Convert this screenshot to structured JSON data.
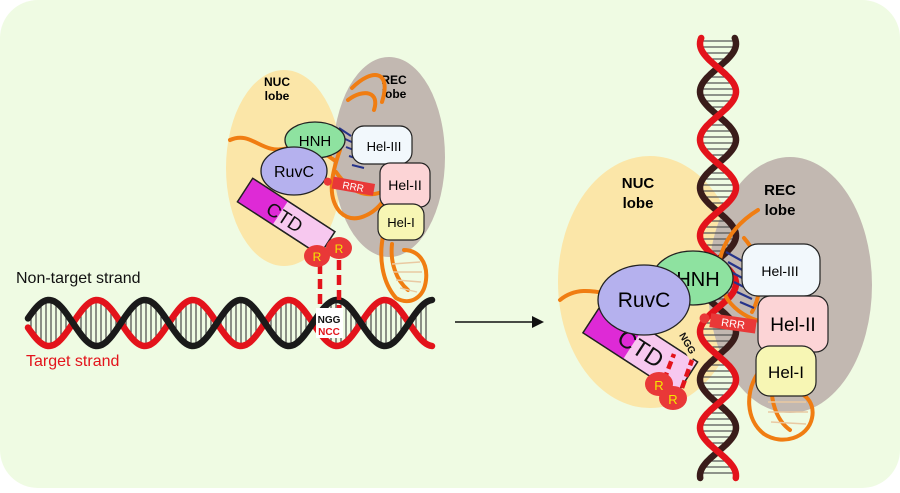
{
  "colors": {
    "background": "#effbe3",
    "nuc_lobe": "#fbe6a8",
    "rec_lobe": "#c2b8b1",
    "target_strand": "#e3131b",
    "non_target_strand": "#1a1a1a",
    "guide_rna": "#f07d12",
    "hnh": "#8ee2a0",
    "ruvc": "#b5b1ee",
    "ctd": "#de2ad6",
    "hel_iii": "#f2f8fc",
    "hel_ii": "#fcd4d6",
    "hel_i": "#f7f6b4",
    "arginine": "#e93838",
    "arginine_text": "#f3e900"
  },
  "left_complex": {
    "nuc_label_line1": "NUC",
    "nuc_label_line2": "lobe",
    "rec_label_line1": "REC",
    "rec_label_line2": "lobe",
    "hnh": "HNH",
    "ruvc": "RuvC",
    "ctd": "CTD",
    "hel_iii": "Hel-III",
    "hel_ii": "Hel-II",
    "hel_i": "Hel-I",
    "rrr": "RRR",
    "r1": "R",
    "r2": "R"
  },
  "dna": {
    "non_target_label": "Non-target strand",
    "target_label": "Target strand",
    "pam_top": "NGG",
    "pam_bottom": "NCC"
  },
  "right_complex": {
    "nuc_label_line1": "NUC",
    "nuc_label_line2": "lobe",
    "rec_label_line1": "REC",
    "rec_label_line2": "lobe",
    "hnh": "HNH",
    "ruvc": "RuvC",
    "ctd": "CTD",
    "hel_iii": "Hel-III",
    "hel_ii": "Hel-II",
    "hel_i": "Hel-I",
    "rrr": "RRR",
    "ngg": "NGG",
    "r1": "R",
    "r2": "R"
  }
}
